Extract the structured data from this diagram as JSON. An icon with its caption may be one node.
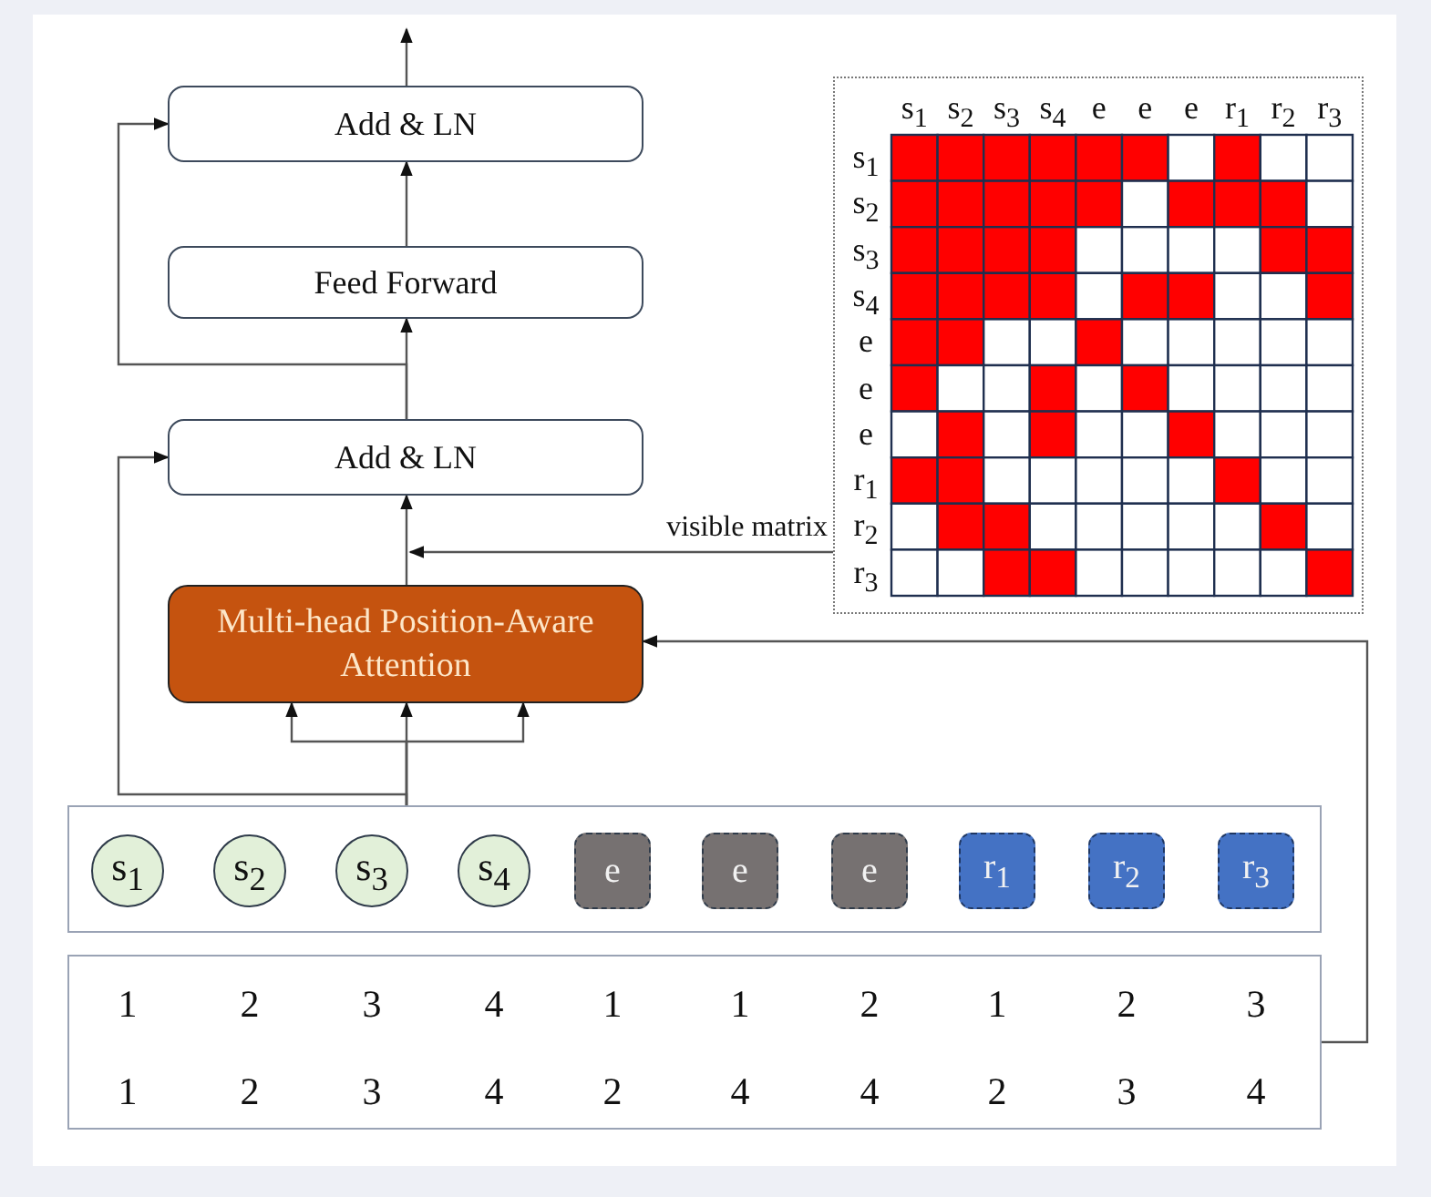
{
  "diagram": {
    "nodes": [
      {
        "text": [
          "Add & LN"
        ]
      },
      {
        "text": [
          "Feed Forward"
        ]
      },
      {
        "text": [
          "Add & LN"
        ]
      },
      {
        "text": [
          "Multi-head Position-Aware Attention"
        ]
      },
      {
        "text": [],
        "shape": "box"
      },
      {
        "text": [
          "s$_{1}$"
        ],
        "in": 4
      },
      {
        "text": [
          "s$_{2}$"
        ],
        "in": 4
      },
      {
        "text": [
          "s$_{3}$"
        ],
        "in": 4
      },
      {
        "text": [
          "s$_{4}$"
        ],
        "in": 4
      },
      {
        "text": [
          "e"
        ],
        "in": 4
      },
      {
        "text": [
          "e"
        ],
        "in": 4
      },
      {
        "text": [
          "e"
        ],
        "in": 4
      },
      {
        "text": [
          "r$_{1}$"
        ],
        "in": 4
      },
      {
        "text": [
          "r$_{2}$"
        ],
        "in": 4
      },
      {
        "text": [
          "r$_{3}$"
        ],
        "in": 4
      },
      {
        "text": [
          "1",
          "2",
          "3",
          "4",
          "1",
          "1",
          "2",
          "1",
          "2",
          "3",
          "1",
          "2",
          "3",
          "4",
          "2",
          "4",
          "4",
          "2",
          "3",
          "4"
        ]
      },
      {
        "text": [
          "s$_{1}$",
          "s$_{2}$",
          "s$_{3}$",
          "s$_{4}$",
          "e",
          "e",
          "e",
          "r$_{1}$",
          "r$_{2}$",
          "r$_{3}$",
          "s$_{1}$",
          "s$_{2}$",
          "s$_{3}$",
          "s$_{4}$",
          "e",
          "e",
          "e",
          "r$_{1}$",
          "r$_{2}$",
          "r$_{3}$"
        ]
      }
    ],
    "edges": [
      {
        "from": 0,
        "to": null,
        "arrow": "to"
      },
      {
        "from": 1,
        "to": 0,
        "arrow": "to"
      },
      {
        "from": 2,
        "to": 1,
        "arrow": "to"
      },
      {
        "from": 2,
        "to": 0,
        "arrow": "to"
      },
      {
        "from": 3,
        "to": 2,
        "arrow": "to"
      },
      {
        "from": 16,
        "to": 3,
        "arrow": "to",
        "label": "visible matrix"
      },
      {
        "from": 4,
        "to": 3,
        "arrow": "to"
      },
      {
        "from": 4,
        "to": 3,
        "arrow": "to"
      },
      {
        "from": 4,
        "to": 3,
        "arrow": "to"
      },
      {
        "from": 4,
        "to": 2,
        "arrow": "to"
      },
      {
        "from": 15,
        "to": 3,
        "arrow": "to"
      }
    ]
  }
}
